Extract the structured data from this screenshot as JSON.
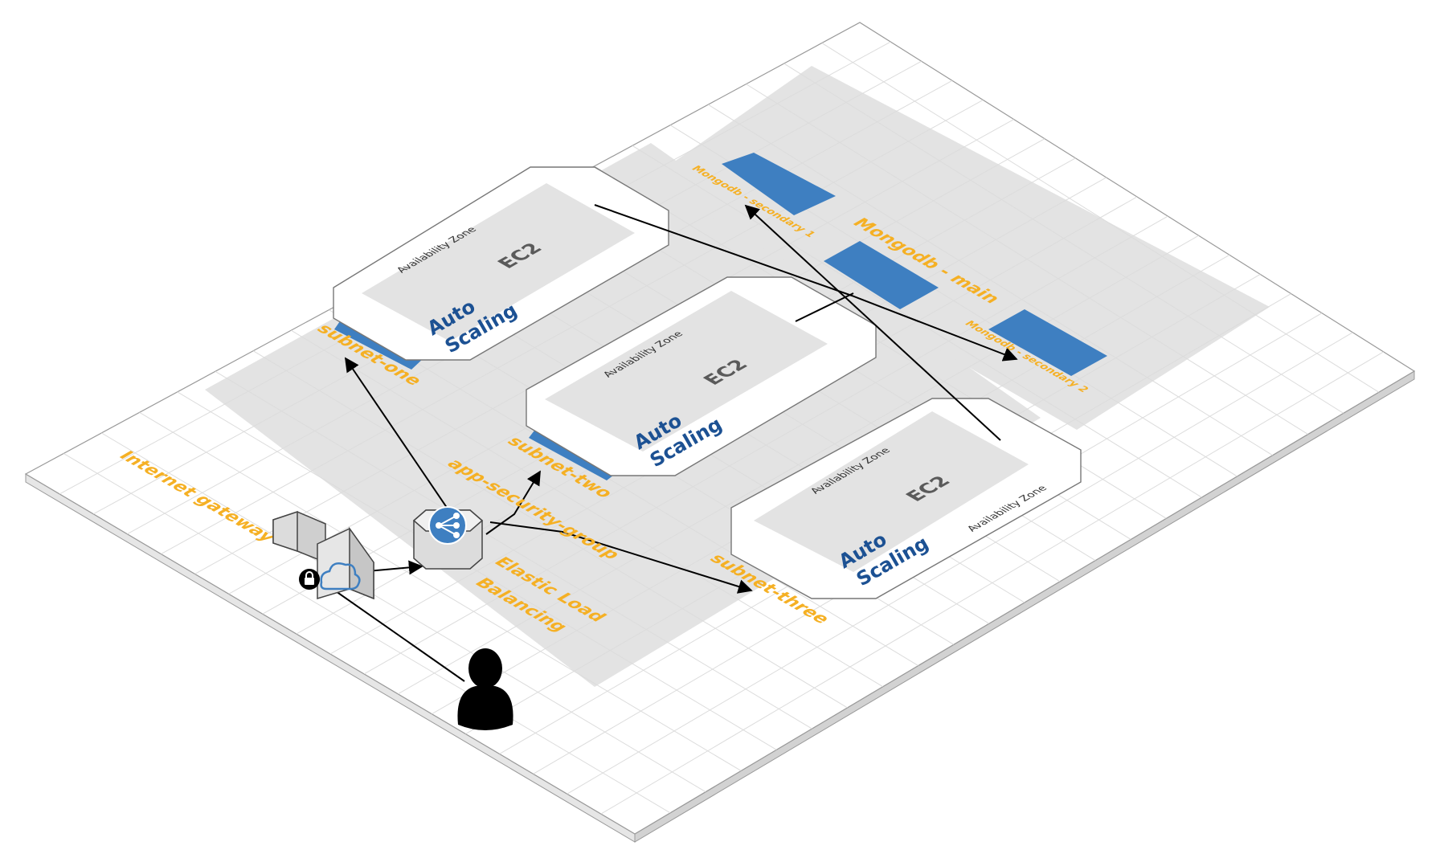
{
  "colors": {
    "grid_line": "#dcdcdc",
    "shade": "#e3e3e3",
    "accent_orange": "#f5b024",
    "accent_blue": "#3e7fc1",
    "auto_scaling_text": "#1c5193"
  },
  "labels": {
    "internet_gateway": "Internet gateway",
    "elb_line1": "Elastic Load",
    "elb_line2": "Balancing",
    "security_group": "app-security-group",
    "subnet_one": "subnet-one",
    "subnet_two": "subnet-two",
    "subnet_three": "subnet-three",
    "mongodb_main": "Mongodb - main",
    "mongodb_secondary_1": "Mongodb - secondary 1",
    "mongodb_secondary_2": "Mongodb - secondary 2"
  },
  "zones": [
    {
      "zone_label": "Availability Zone",
      "ec2_label": "EC2",
      "auto_line1": "Auto",
      "auto_line2": "Scaling"
    },
    {
      "zone_label": "Availability Zone",
      "ec2_label": "EC2",
      "auto_line1": "Auto",
      "auto_line2": "Scaling"
    },
    {
      "zone_label": "Availability Zone",
      "ec2_label": "EC2",
      "auto_line1": "Auto",
      "auto_line2": "Scaling"
    }
  ],
  "extra_zone_label": "Availability Zone",
  "icons": {
    "gateway": "internet-gateway-icon",
    "cloud": "cloud-icon",
    "lock": "lock-icon",
    "elb": "load-balancer-icon",
    "user": "user-icon"
  }
}
